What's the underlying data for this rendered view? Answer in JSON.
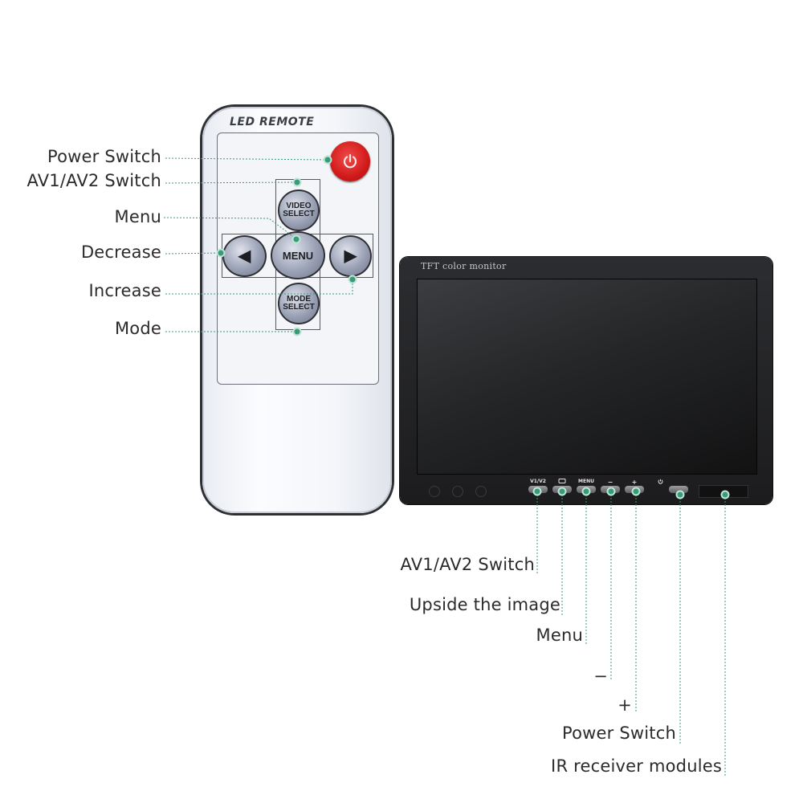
{
  "remote": {
    "title": "LED REMOTE",
    "buttons": {
      "video_select_line1": "VIDEO",
      "video_select_line2": "SELECT",
      "menu": "MENU",
      "mode_select_line1": "MODE",
      "mode_select_line2": "SELECT",
      "left_arrow": "◀",
      "right_arrow": "▶",
      "power_icon": "power-icon"
    },
    "labels": {
      "power": "Power Switch",
      "av": "AV1/AV2 Switch",
      "menu": "Menu",
      "decrease": "Decrease",
      "increase": "Increase",
      "mode": "Mode"
    }
  },
  "monitor": {
    "title": "TFT color monitor",
    "button_marks": {
      "av": "V1/V2",
      "menu": "MENU",
      "minus": "−",
      "plus": "+"
    },
    "labels": {
      "av": "AV1/AV2 Switch",
      "flip": "Upside the image",
      "menu": "Menu",
      "minus": "−",
      "plus": "+",
      "power": "Power Switch",
      "ir": "IR receiver modules"
    }
  },
  "colors": {
    "leader": "#3a9b78",
    "power_button": "#d11a1a",
    "monitor_body": "#1f1f21"
  }
}
